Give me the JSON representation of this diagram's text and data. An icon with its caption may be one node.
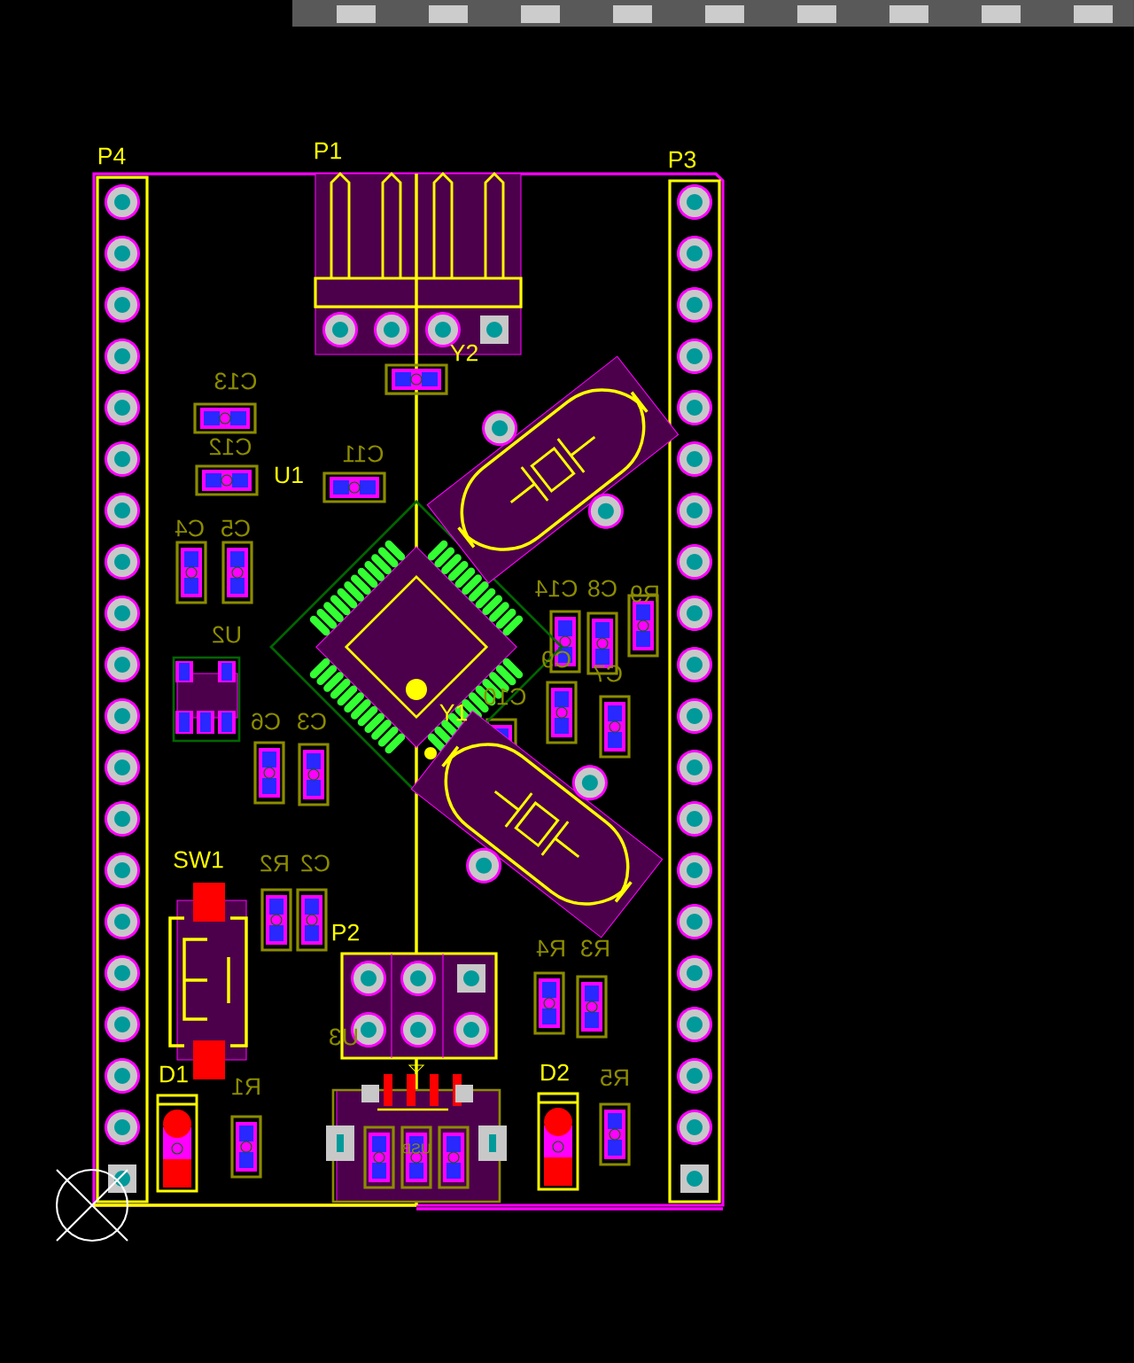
{
  "diagram": {
    "labels": [
      "P4",
      "P1",
      "P3",
      "Y2",
      "C13",
      "C12",
      "U1",
      "C11",
      "C4",
      "C5",
      "C14",
      "C8",
      "R9",
      "U2",
      "C9",
      "C7",
      "C6",
      "C3",
      "Y1",
      "C10",
      "SW1",
      "R2",
      "C2",
      "P2",
      "R4",
      "R3",
      "U3",
      "D1",
      "D2",
      "R5",
      "R1",
      "USB"
    ]
  }
}
